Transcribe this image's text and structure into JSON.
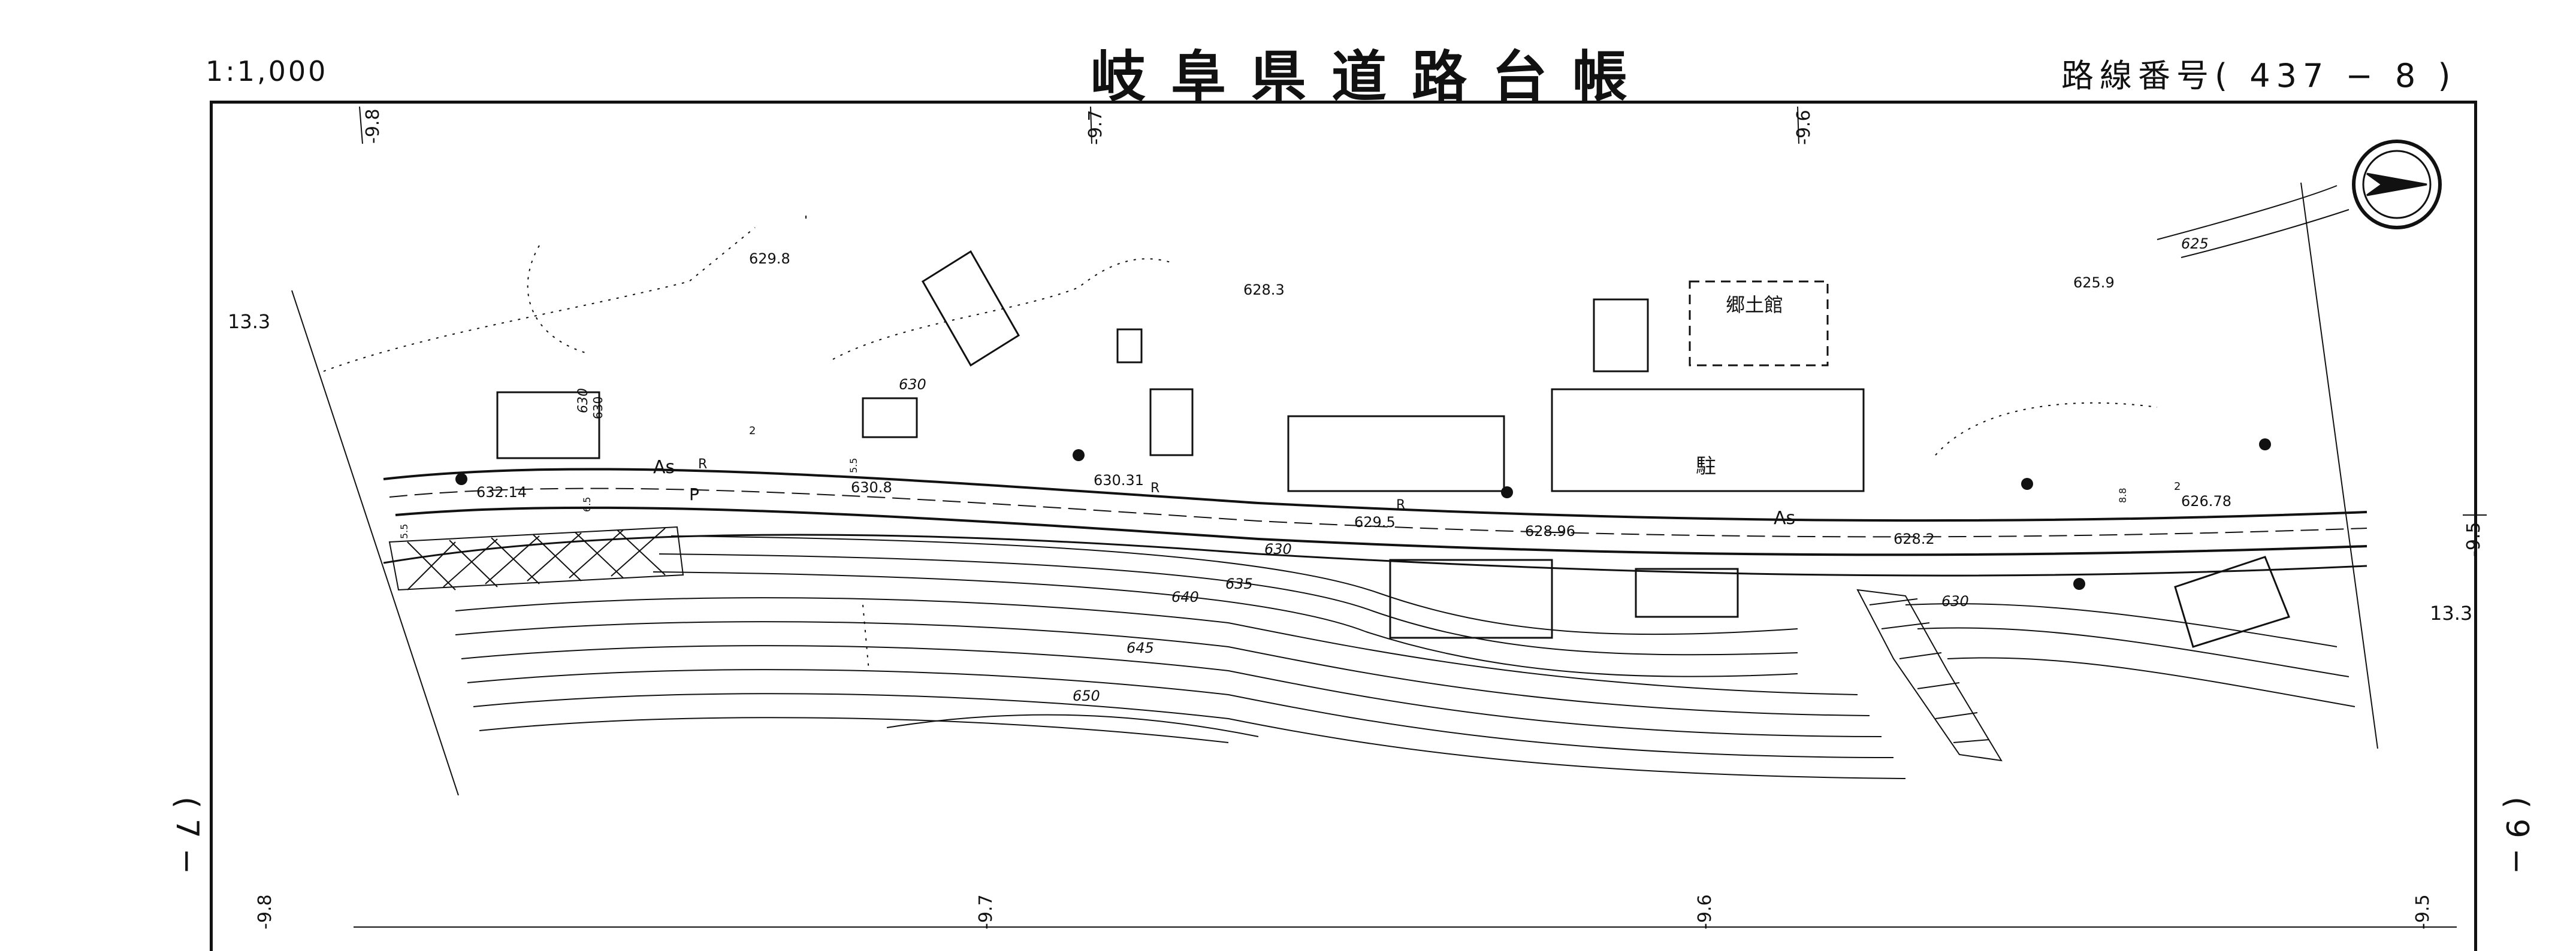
{
  "header": {
    "scale": "1:1,000",
    "title": "岐阜県道路台帳",
    "route_label": "路線番号",
    "route_open": "(",
    "route_number": "437",
    "route_dash": "−",
    "route_sheet": "8",
    "route_close": ")"
  },
  "side_labels": {
    "left": "( 7 −",
    "right": "( 9 −"
  },
  "grid_labels": {
    "top": [
      "-9.8",
      "-9.7",
      "-9.6"
    ],
    "bottom": [
      "-9.8",
      "-9.7",
      "-9.6",
      "-9.5"
    ],
    "right_top": "-9.5",
    "left_mark": "13.3",
    "right_mark": "13.3"
  },
  "map": {
    "elevations": [
      "629.8",
      "628.3",
      "625.9",
      "632.14",
      "630.8",
      "630.31",
      "629.5",
      "628.96",
      "628.2",
      "626.78"
    ],
    "contours": [
      "630",
      "630",
      "635",
      "640",
      "645",
      "650",
      "625",
      "630",
      "630"
    ],
    "surface_codes": [
      "As",
      "As",
      "P",
      "R",
      "R",
      "R"
    ],
    "building_label": "郷土館",
    "parking_symbol": "駐",
    "small_marks": [
      "2",
      "2",
      "6.5",
      "5.5",
      "5.5",
      "8.8",
      "630"
    ]
  }
}
